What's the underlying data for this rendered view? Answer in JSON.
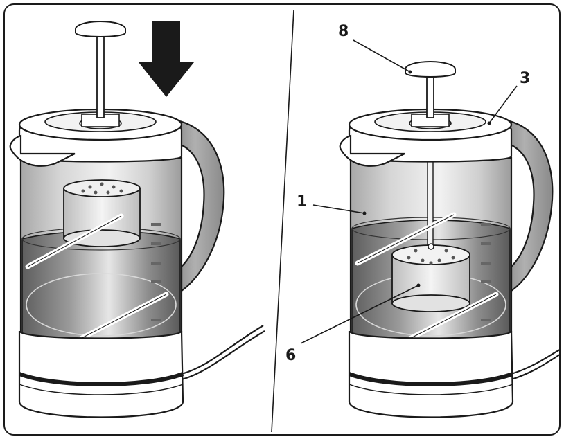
{
  "panels": [
    {
      "id": "left",
      "arrow": "down-arrow"
    },
    {
      "id": "right",
      "callouts": [
        {
          "label": "8",
          "part": "plunger-knob"
        },
        {
          "label": "3",
          "part": "lid"
        },
        {
          "label": "1",
          "part": "glass-jug"
        },
        {
          "label": "6",
          "part": "infuser-basket"
        }
      ]
    }
  ],
  "colors": {
    "outline": "#1a1a1a",
    "glass": "#d9d9d9",
    "water": "#8f8f8f",
    "handle": "#9a9a9a",
    "white": "#ffffff",
    "arrow": "#1a1a1a"
  }
}
